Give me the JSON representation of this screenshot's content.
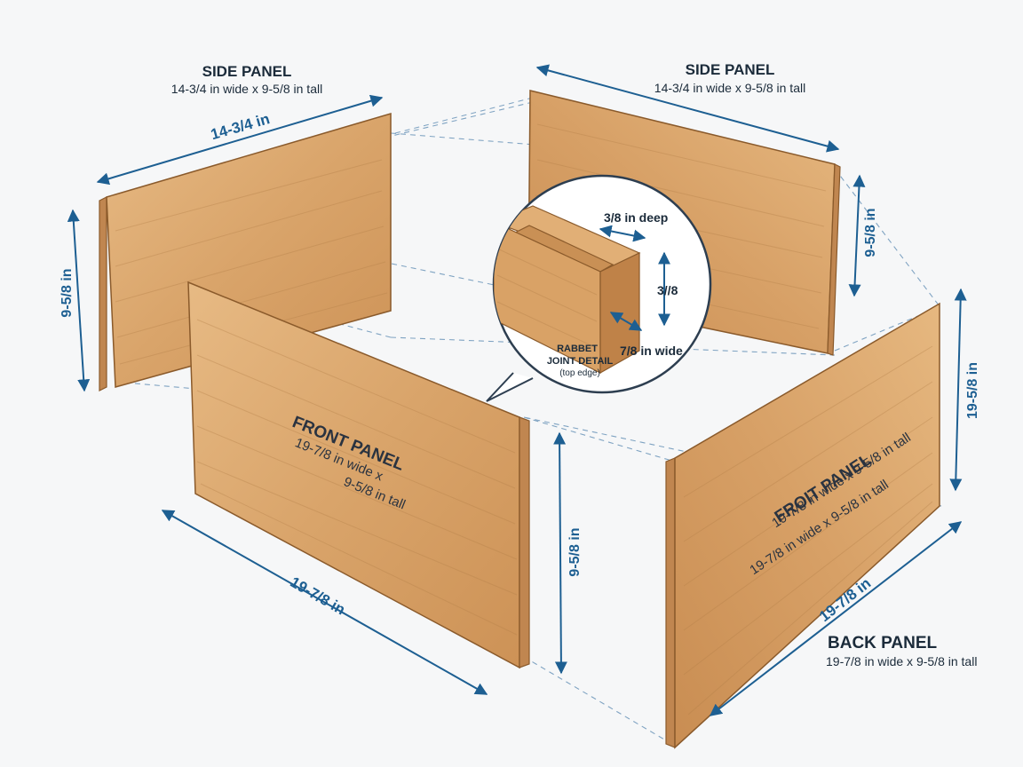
{
  "labels": {
    "side_left_title": "SIDE PANEL",
    "side_left_sub": "14-3/4 in wide x 9-5/8 in tall",
    "side_right_title": "SIDE PANEL",
    "side_right_sub": "14-3/4 in wide x 9-5/8 in tall",
    "front_title": "FRONT PANEL",
    "front_sub1": "19-7/8 in wide x",
    "front_sub2": "9-5/8 in tall",
    "back_face_title": "FROIT PANEL",
    "back_face_sub1": "19-7/8 in wide x 9-5/8 in tall",
    "back_face_sub2": "19-7/8 in wide x 9-5/8 in tall",
    "back_title": "BACK PANEL",
    "back_sub": "19-7/8 in wide x 9-5/8 in tall"
  },
  "dims": {
    "left_width": "14-3/4 in",
    "left_height": "9-5/8 in",
    "right_height": "9-5/8 in",
    "front_height": "9-5/8 in",
    "front_width": "19-7/8 in",
    "back_height": "19-5/8 in",
    "back_width": "19-7/8 in"
  },
  "detail": {
    "deep": "3/8 in deep",
    "height": "3//8",
    "wide": "7/8 in wide",
    "caption1": "RABBET",
    "caption2": "JOINT DETAIL",
    "caption3": "(top edge)"
  },
  "colors": {
    "wood_light": "#e4b57d",
    "wood_mid": "#d49a5e",
    "wood_dark": "#c08650",
    "dimension": "#1d5f92",
    "text": "#1b2b3a"
  }
}
